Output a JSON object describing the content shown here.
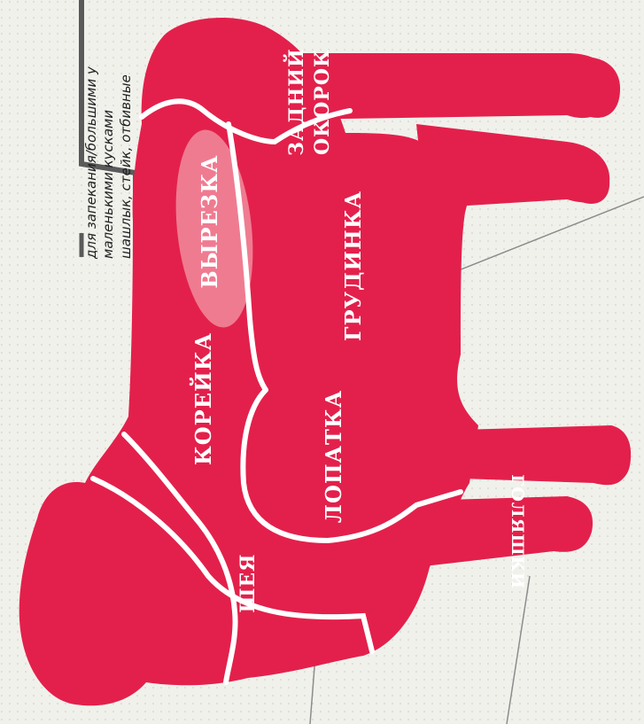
{
  "colors": {
    "body": "#e3204b",
    "separator": "#ffffff",
    "highlight": "#f39aa8",
    "background": "#f1f1ec",
    "callout_box": "#5a5a5a",
    "leader_line": "#8c8c8c"
  },
  "callout": {
    "line1": "для запекания/большими у",
    "line2": "маленькими кусками",
    "line3": "шашлык, стейк, отбивные"
  },
  "cuts": {
    "neck": "ШЕЯ",
    "loin": "КОРЕЙКА",
    "tenderloin": "ВЫРЕЗКА",
    "hind_leg": "ЗАДНИЙ ОКОРОК",
    "shoulder": "ЛОПАТКА",
    "brisket": "ГРУДИНКА",
    "shanks": "ГОЛЯШКИ"
  }
}
